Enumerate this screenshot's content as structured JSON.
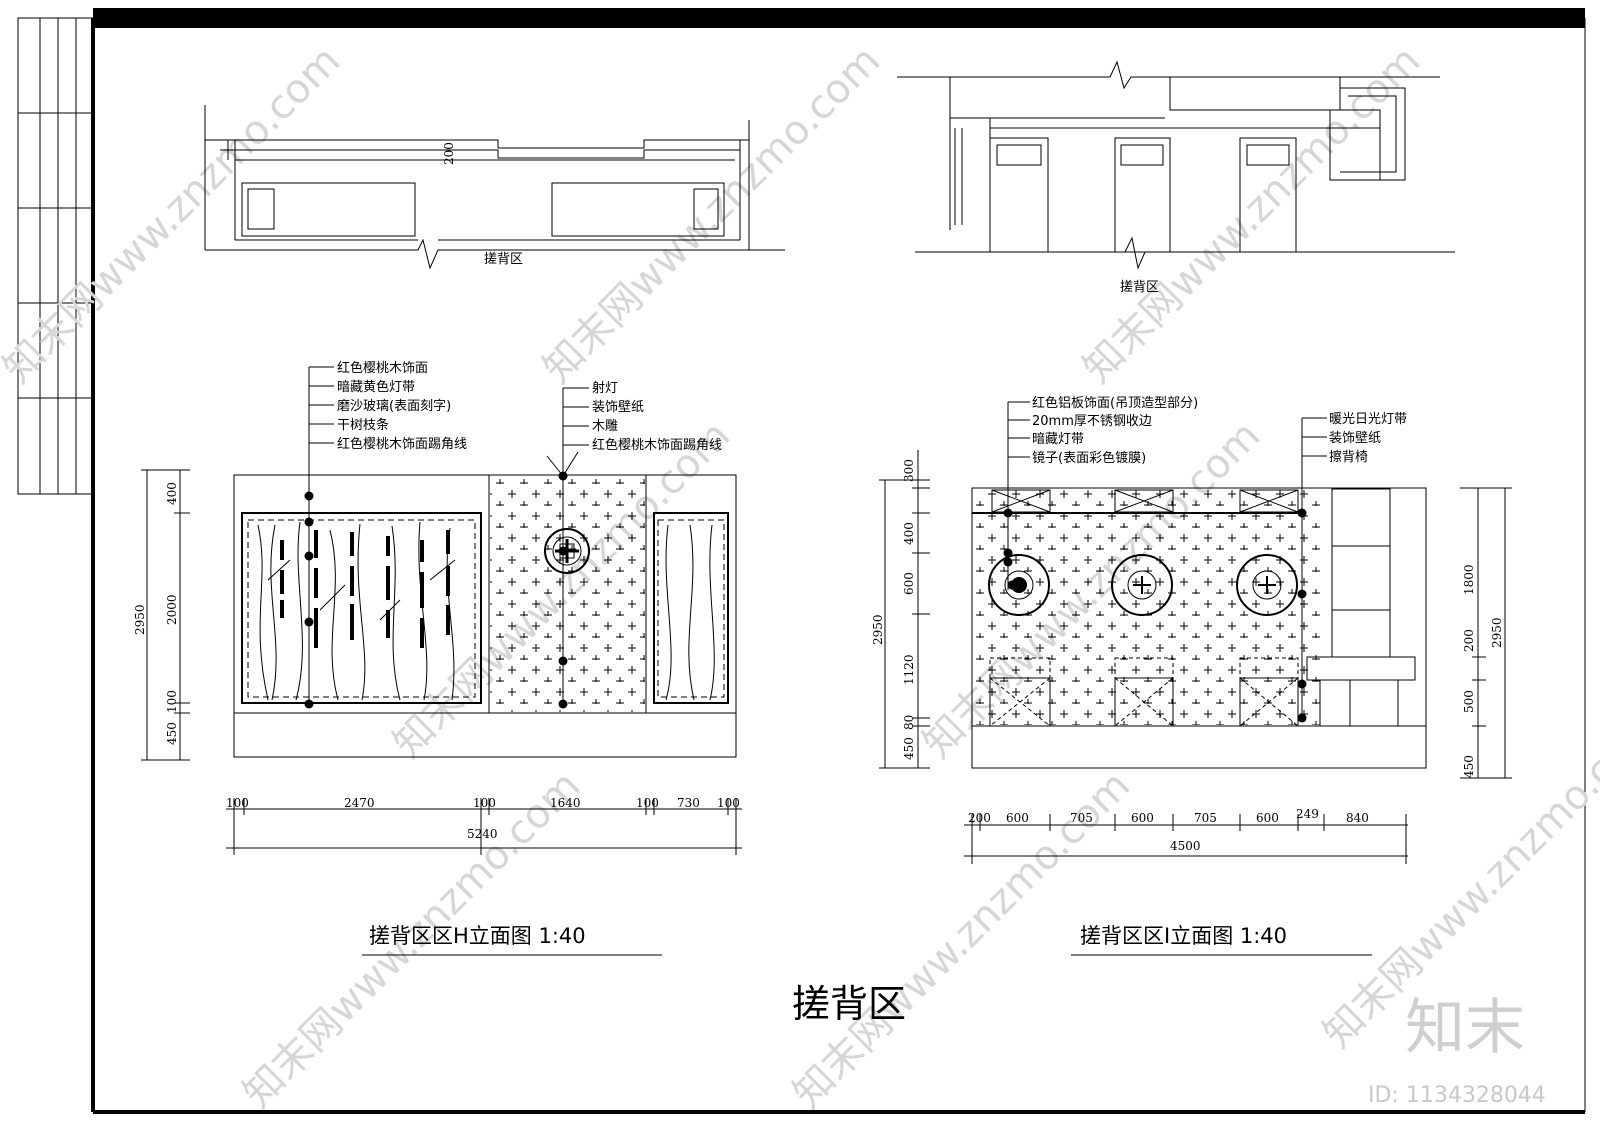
{
  "sheet": {
    "main_title": "搓背区",
    "watermark_logo": "知末",
    "watermark_id": "ID: 1134328044",
    "watermark_diag": "知末网www.znzmo.com"
  },
  "plan_left": {
    "label": "搓背区",
    "dim_200": "200"
  },
  "plan_right": {
    "label": "搓背区"
  },
  "elev_h": {
    "caption": "搓背区区H立面图 1:40",
    "callouts_left": [
      "红色樱桃木饰面",
      "暗藏黄色灯带",
      "磨沙玻璃(表面刻字)",
      "干树枝条",
      "红色樱桃木饰面踢角线"
    ],
    "callouts_right": [
      "射灯",
      "装饰壁纸",
      "木雕",
      "红色樱桃木饰面踢角线"
    ],
    "dims_bottom": [
      "100",
      "2470",
      "100",
      "1640",
      "100",
      "730",
      "100"
    ],
    "dim_total": "5240",
    "dims_left_inner": [
      "400",
      "2000",
      "100",
      "450"
    ],
    "dim_left_total": "2950"
  },
  "elev_i": {
    "caption": "搓背区区I立面图 1:40",
    "callouts_left": [
      "红色铝板饰面(吊顶造型部分)",
      "20mm厚不锈钢收边",
      "暗藏灯带",
      "镜子(表面彩色镀膜)"
    ],
    "callouts_right": [
      "暖光日光灯带",
      "装饰壁纸",
      "擦背椅"
    ],
    "dims_bottom": [
      "200",
      "600",
      "705",
      "600",
      "705",
      "600",
      "249",
      "840"
    ],
    "dim_total": "4500",
    "dims_left_inner": [
      "300",
      "400",
      "600",
      "1120",
      "80",
      "450"
    ],
    "dim_left_total": "2950",
    "dims_right_inner": [
      "1800",
      "200",
      "500",
      "450"
    ],
    "dim_right_total": "2950"
  }
}
